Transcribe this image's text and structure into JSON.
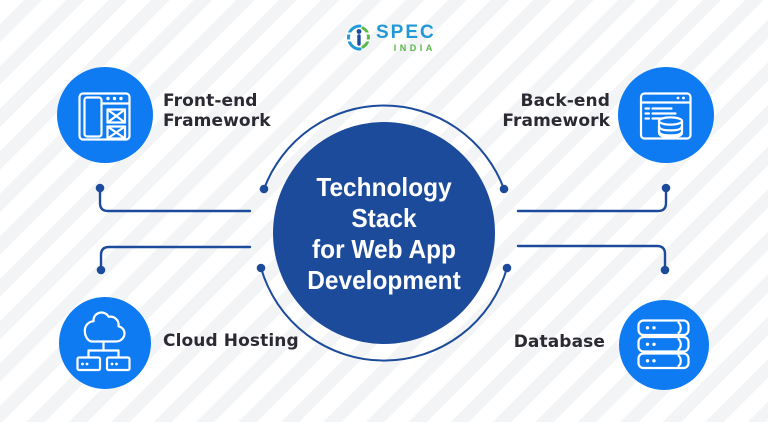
{
  "logo": {
    "spec": "SPEC",
    "india": "INDIA"
  },
  "center": {
    "title_lines": [
      "Technology",
      "Stack",
      "for Web App",
      "Development"
    ]
  },
  "nodes": {
    "front_end": {
      "lines": [
        "Front-end",
        "Framework"
      ],
      "icon": "browser-wireframe-icon"
    },
    "back_end": {
      "lines": [
        "Back-end",
        "Framework"
      ],
      "icon": "browser-code-database-icon"
    },
    "cloud_hosting": {
      "label": "Cloud Hosting",
      "icon": "cloud-servers-icon"
    },
    "database": {
      "label": "Database",
      "icon": "server-stack-icon"
    }
  },
  "colors": {
    "accent": "#0e7bf3",
    "navy": "#1d4b9b",
    "label_text": "#2b2a33",
    "logo_blue": "#2199d6",
    "logo_green": "#56b947",
    "stripe": "#f3f4f6"
  }
}
